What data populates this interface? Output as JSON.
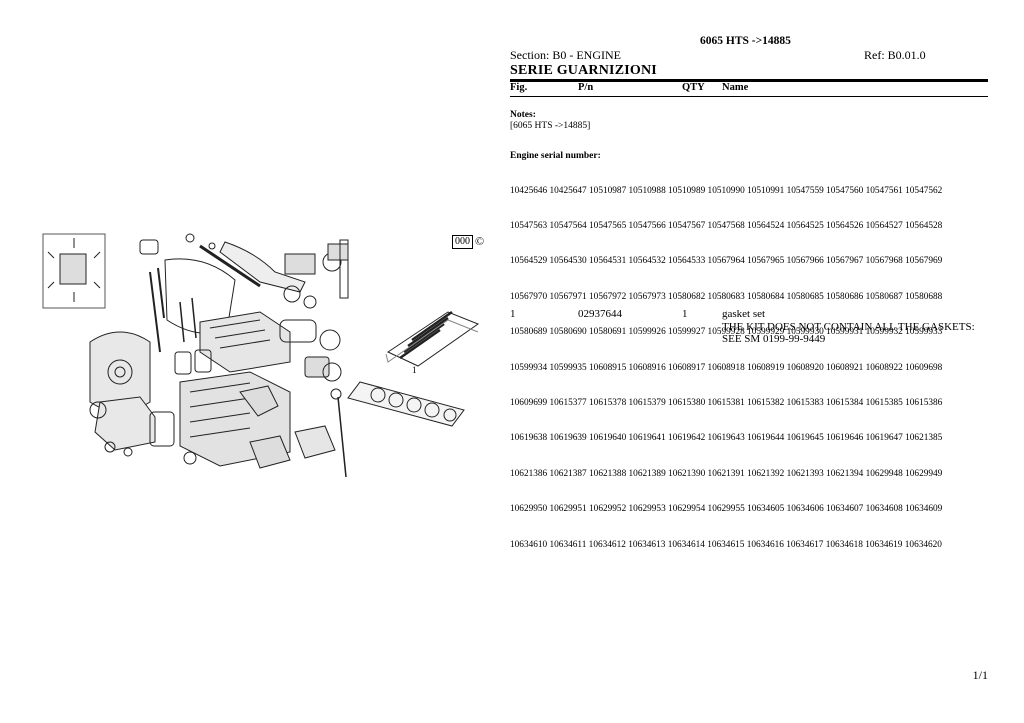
{
  "header": {
    "title": "6065 HTS ->14885",
    "section": "Section: B0 - ENGINE",
    "ref": "Ref: B0.01.0",
    "group": "SERIE GUARNIZIONI"
  },
  "columns": {
    "fig": "Fig.",
    "pn": "P/n",
    "qty": "QTY",
    "name": "Name"
  },
  "notes": {
    "label": "Notes:",
    "text": "[6065 HTS ->14885]"
  },
  "serials": {
    "label": "Engine serial number:",
    "lines": [
      "10425646 10425647 10510987 10510988 10510989 10510990 10510991 10547559 10547560 10547561 10547562",
      "10547563 10547564 10547565 10547566 10547567 10547568 10564524 10564525 10564526 10564527 10564528",
      "10564529 10564530 10564531 10564532 10564533 10567964 10567965 10567966 10567967 10567968 10567969",
      "10567970 10567971 10567972 10567973 10580682 10580683 10580684 10580685 10580686 10580687 10580688",
      "10580689 10580690 10580691 10599926 10599927 10599928 10599929 10599930 10599931 10599932 10599933",
      "10599934 10599935 10608915 10608916 10608917 10608918 10608919 10608920 10608921 10608922 10609698",
      "10609699 10615377 10615378 10615379 10615380 10615381 10615382 10615383 10615384 10615385 10615386",
      "10619638 10619639 10619640 10619641 10619642 10619643 10619644 10619645 10619646 10619647 10621385",
      "10621386 10621387 10621388 10621389 10621390 10621391 10621392 10621393 10621394 10629948 10629949",
      "10629950 10629951 10629952 10629953 10629954 10629955 10634605 10634606 10634607 10634608 10634609",
      "10634610 10634611 10634612 10634613 10634614 10634615 10634616 10634617 10634618 10634619 10634620"
    ]
  },
  "parts": [
    {
      "fig": "1",
      "pn": "02937644",
      "qty": "1",
      "name_lines": [
        "gasket set",
        "THE KIT DOES NOT CONTAIN ALL THE GASKETS:",
        "SEE SM 0199-99-9449"
      ]
    }
  ],
  "illustration": {
    "badge": "000",
    "copyright": "©",
    "callout": "1"
  },
  "footer": {
    "page": "1/1"
  }
}
